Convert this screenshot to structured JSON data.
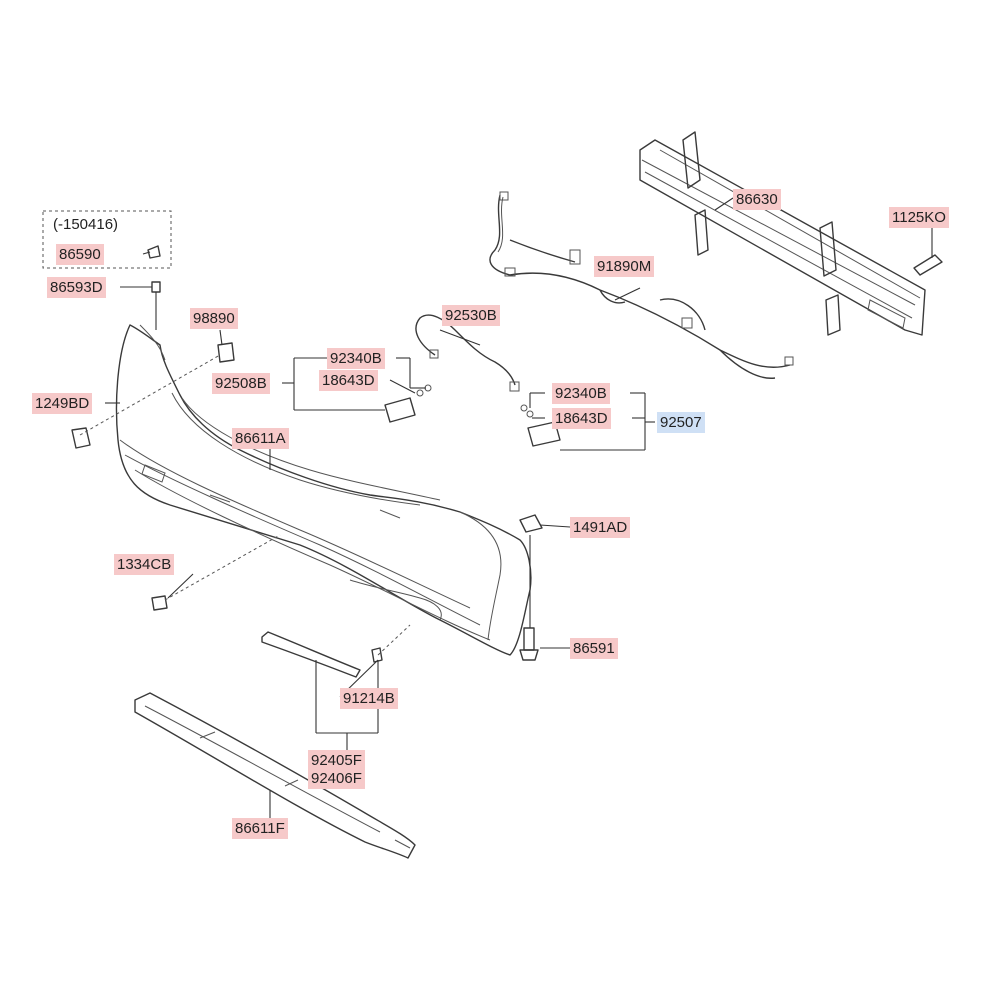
{
  "labels": {
    "date_range": "(-150416)",
    "p86590": "86590",
    "p86593D": "86593D",
    "p98890": "98890",
    "p1249BD": "1249BD",
    "p92530B": "92530B",
    "p92340B_left": "92340B",
    "p92508B": "92508B",
    "p18643D_left": "18643D",
    "p86611A": "86611A",
    "p92340B_right": "92340B",
    "p18643D_right": "18643D",
    "p92507": "92507",
    "p91890M": "91890M",
    "p86630": "86630",
    "p1125KO": "1125KO",
    "p1491AD": "1491AD",
    "p1334CB": "1334CB",
    "p86591": "86591",
    "p91214B": "91214B",
    "p92405F": "92405F",
    "p92406F": "92406F",
    "p86611F": "86611F"
  },
  "colors": {
    "label_highlight": "#f6c9c9",
    "selected_highlight": "#cfe0f5"
  }
}
